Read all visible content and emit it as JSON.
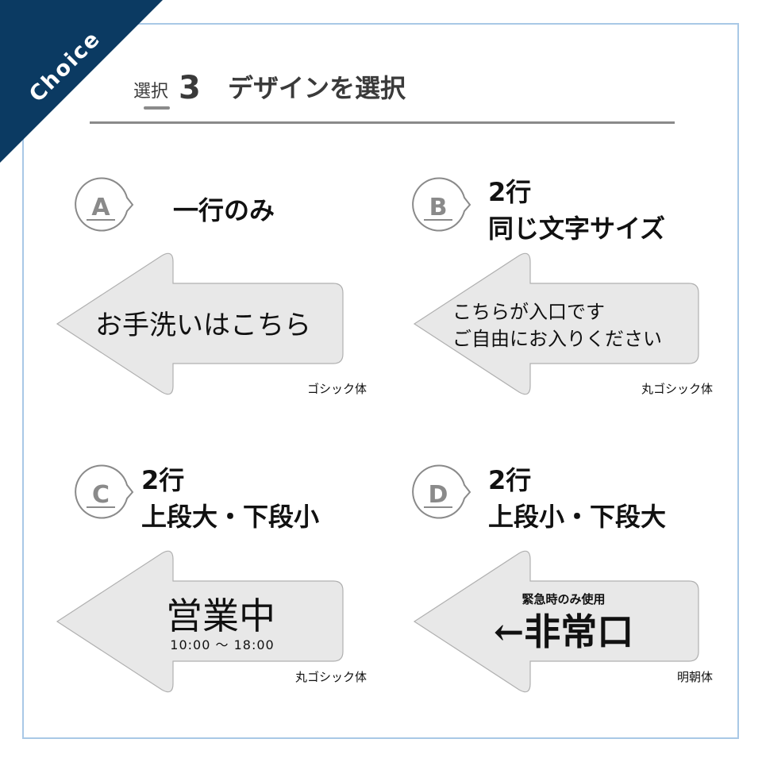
{
  "corner_badge": {
    "label": "Choice",
    "color": "#0b3a62"
  },
  "header": {
    "step_prefix": "選択",
    "step_number": "3",
    "title": "デザインを選択"
  },
  "options": [
    {
      "letter": "A",
      "title_lines": [
        "一行のみ"
      ],
      "sign_lines": [
        "お手洗いはこちら"
      ],
      "font_label": "ゴシック体"
    },
    {
      "letter": "B",
      "title_lines": [
        "2行",
        "同じ文字サイズ"
      ],
      "sign_lines": [
        "こちらが入口です",
        "ご自由にお入りください"
      ],
      "font_label": "丸ゴシック体"
    },
    {
      "letter": "C",
      "title_lines": [
        "2行",
        "上段大・下段小"
      ],
      "sign_lines": [
        "営業中",
        "10:00 ～ 18:00"
      ],
      "font_label": "丸ゴシック体"
    },
    {
      "letter": "D",
      "title_lines": [
        "2行",
        "上段小・下段大"
      ],
      "sign_lines": [
        "緊急時のみ使用",
        "←非常口"
      ],
      "font_label": "明朝体"
    }
  ],
  "colors": {
    "frame": "#a9c8e6",
    "arrow_fill": "#e8e8e8",
    "rule": "#8a8a8a"
  }
}
